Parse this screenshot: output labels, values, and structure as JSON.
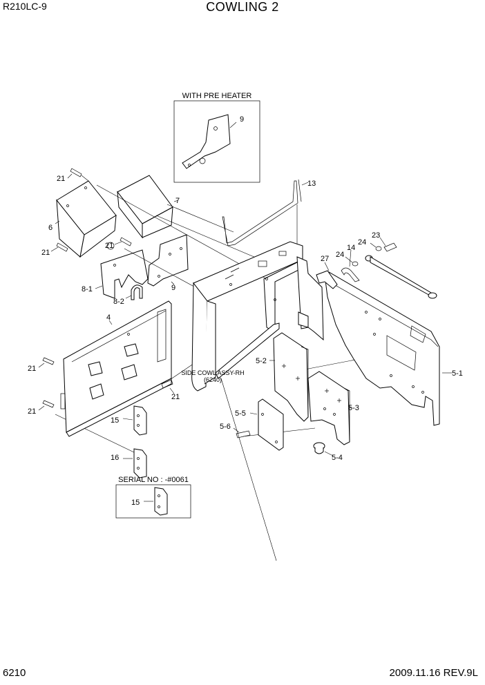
{
  "header": {
    "model": "R210LC-9",
    "title": "COWLING 2"
  },
  "footer": {
    "page_number": "6210",
    "revision": "2009.11.16  REV.9L"
  },
  "insets": {
    "pre_heater_title": "WITH PRE HEATER",
    "serial_title": "SERIAL NO : -#0061"
  },
  "reference": {
    "line1": "SIDE COWL ASSY-RH",
    "line2": "(6240)"
  },
  "callouts": {
    "c9_inset": "9",
    "c13": "13",
    "c21_a": "21",
    "c7": "7",
    "c6": "6",
    "c21_b": "21",
    "c21_c": "21",
    "c9": "9",
    "c8_1": "8-1",
    "c8_2": "8-2",
    "c23": "23",
    "c24_a": "24",
    "c14": "14",
    "c24_b": "24",
    "c27": "27",
    "c4": "4",
    "c5_2": "5-2",
    "c5_1": "5-1",
    "c21_d": "21",
    "c21_e": "21",
    "c21_f": "21",
    "c15": "15",
    "c5_5": "5-5",
    "c5_3": "5-3",
    "c5_6": "5-6",
    "c16": "16",
    "c5_4": "5-4",
    "c15_inset": "15"
  }
}
